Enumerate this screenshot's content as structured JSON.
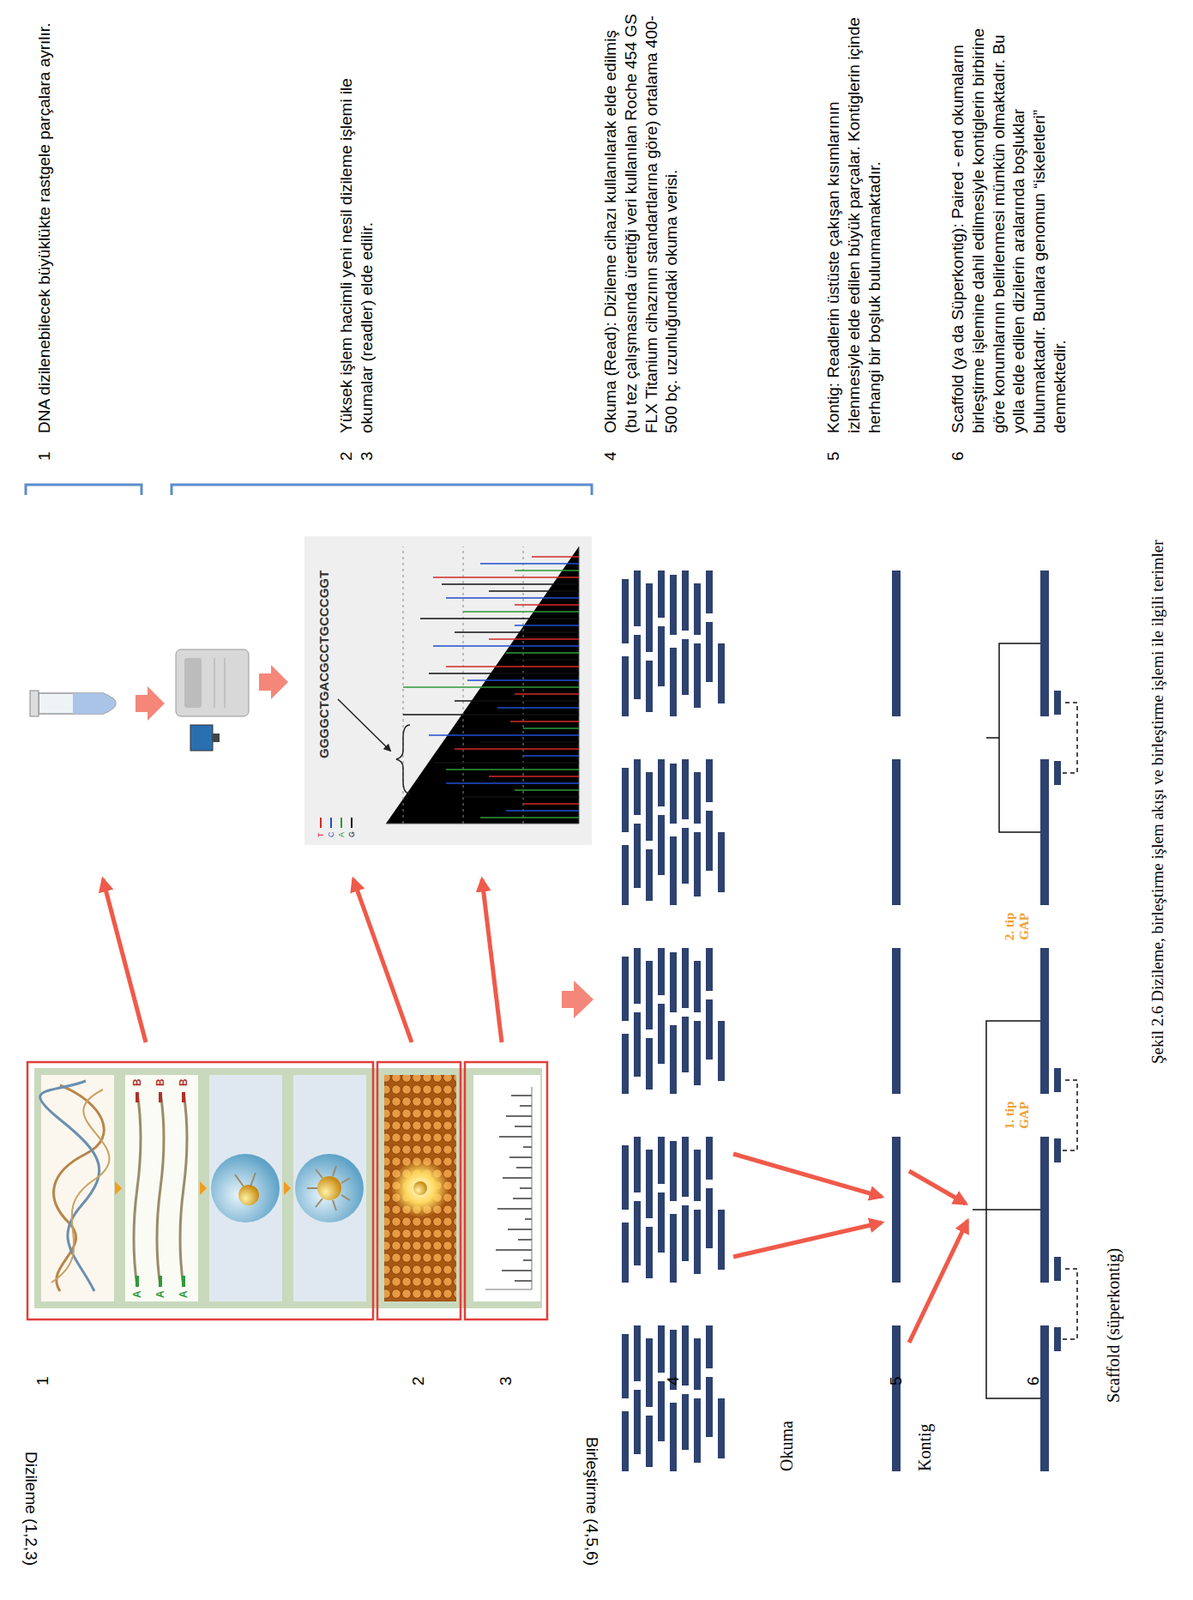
{
  "diagram": {
    "caption": "Şekil 2.6 Dizileme, birleştirme işlem akışı ve birleştirme işlemi ile ilgili terimler",
    "labels": [
      "Dizileme (1,2,3)",
      "Birleştirme (4,5,6)",
      "1",
      "2",
      "3",
      "4",
      "5",
      "6",
      "A",
      "A",
      "A",
      "B",
      "B",
      "B",
      "T",
      "C",
      "A",
      "G",
      "GGGGCTGACGCCTGCCCGGT",
      "Okuma",
      "Kontig",
      "1. tip GAP",
      "2. tip GAP",
      "Scaffold (süperkontig)",
      "1",
      "DNA dizilenebilecek büyüklükte rastgele parçalara ayrılır.",
      "2",
      "3",
      "Yüksek işlem hacimli yeni nesil dizileme işlemi ile okumalar (readler) elde edilir.",
      "4",
      "Okuma (Read): Dizileme cihazı kullanılarak elde edilmiş (bu tez çalışmasında ürettiği veri kullanılan Roche 454 GS FLX Titanium cihazının standartlarına göre) ortalama 400-500 bç. uzunluğundaki okuma verisi.",
      "5",
      "Kontig: Readlerin üstüste çakışan kısımlarının izlenmesiyle elde edilen büyük parçalar. Kontiglerin içinde herhangi bir boşluk bulunmamaktadır.",
      "6",
      "Scaffold (ya da Süperkontig): Paired - end okumaların birleştirme işlemine dahil edilmesiyle kontiglerin birbirine göre konumlarının belirlenmesi mümkün olmaktadır. Bu yolla elde edilen dizilerin aralarında boşluklar bulunmaktadır. Bunlara genomun “iskeletleri” denmektedir."
    ]
  }
}
